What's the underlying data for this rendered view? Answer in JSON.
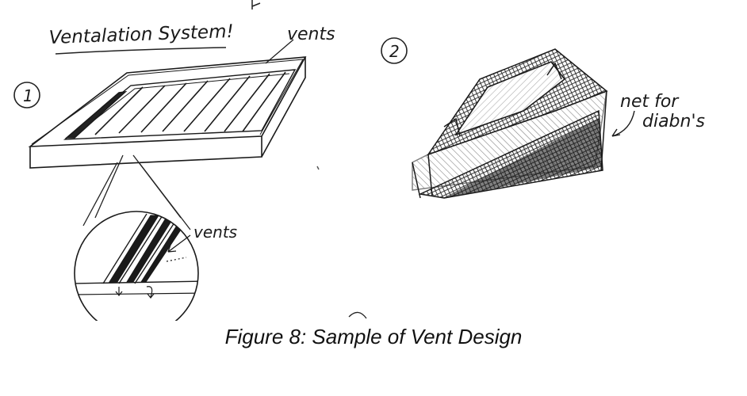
{
  "sketch": {
    "title": "Ventalation System!",
    "marker_1": "1",
    "marker_2": "2",
    "label_vents_top": "vents",
    "label_vents_detail": "vents",
    "label_net_line1": "net for",
    "label_net_line2": "diabn's"
  },
  "caption": "Figure 8: Sample of Vent Design"
}
